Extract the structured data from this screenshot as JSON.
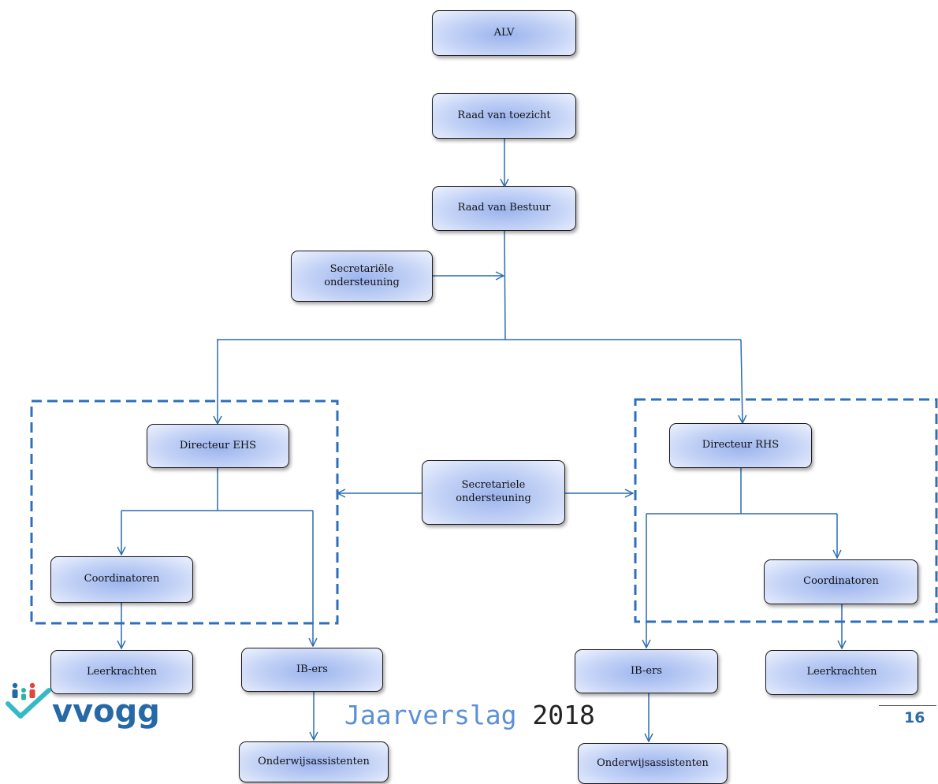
{
  "nodes": {
    "alv": "ALV",
    "raad_toezicht": "Raad van toezicht",
    "raad_bestuur": "Raad van Bestuur",
    "secretariele_top": "Secretariële\nondersteuning",
    "directeur_ehs": "Directeur EHS",
    "directeur_rhs": "Directeur RHS",
    "secretariele_mid": "Secretariele\nondersteuning",
    "coordinatoren_left": "Coordinatoren",
    "coordinatoren_right": "Coordinatoren",
    "leerkrachten_left": "Leerkrachten",
    "leerkrachten_right": "Leerkrachten",
    "ibers_left": "IB-ers",
    "ibers_right": "IB-ers",
    "onderwijs_left": "Onderwijsassistenten",
    "onderwijs_right": "Onderwijsassistenten"
  },
  "footer": {
    "logo_text": "vvogg",
    "title_word": "Jaarverslag",
    "title_year": "2018",
    "page_number": "16"
  },
  "colors": {
    "connector": "#2b6cb0",
    "dashed_border": "#2d6fb8",
    "title_accent": "#5b8fd6",
    "logo_blue": "#2569a9"
  }
}
